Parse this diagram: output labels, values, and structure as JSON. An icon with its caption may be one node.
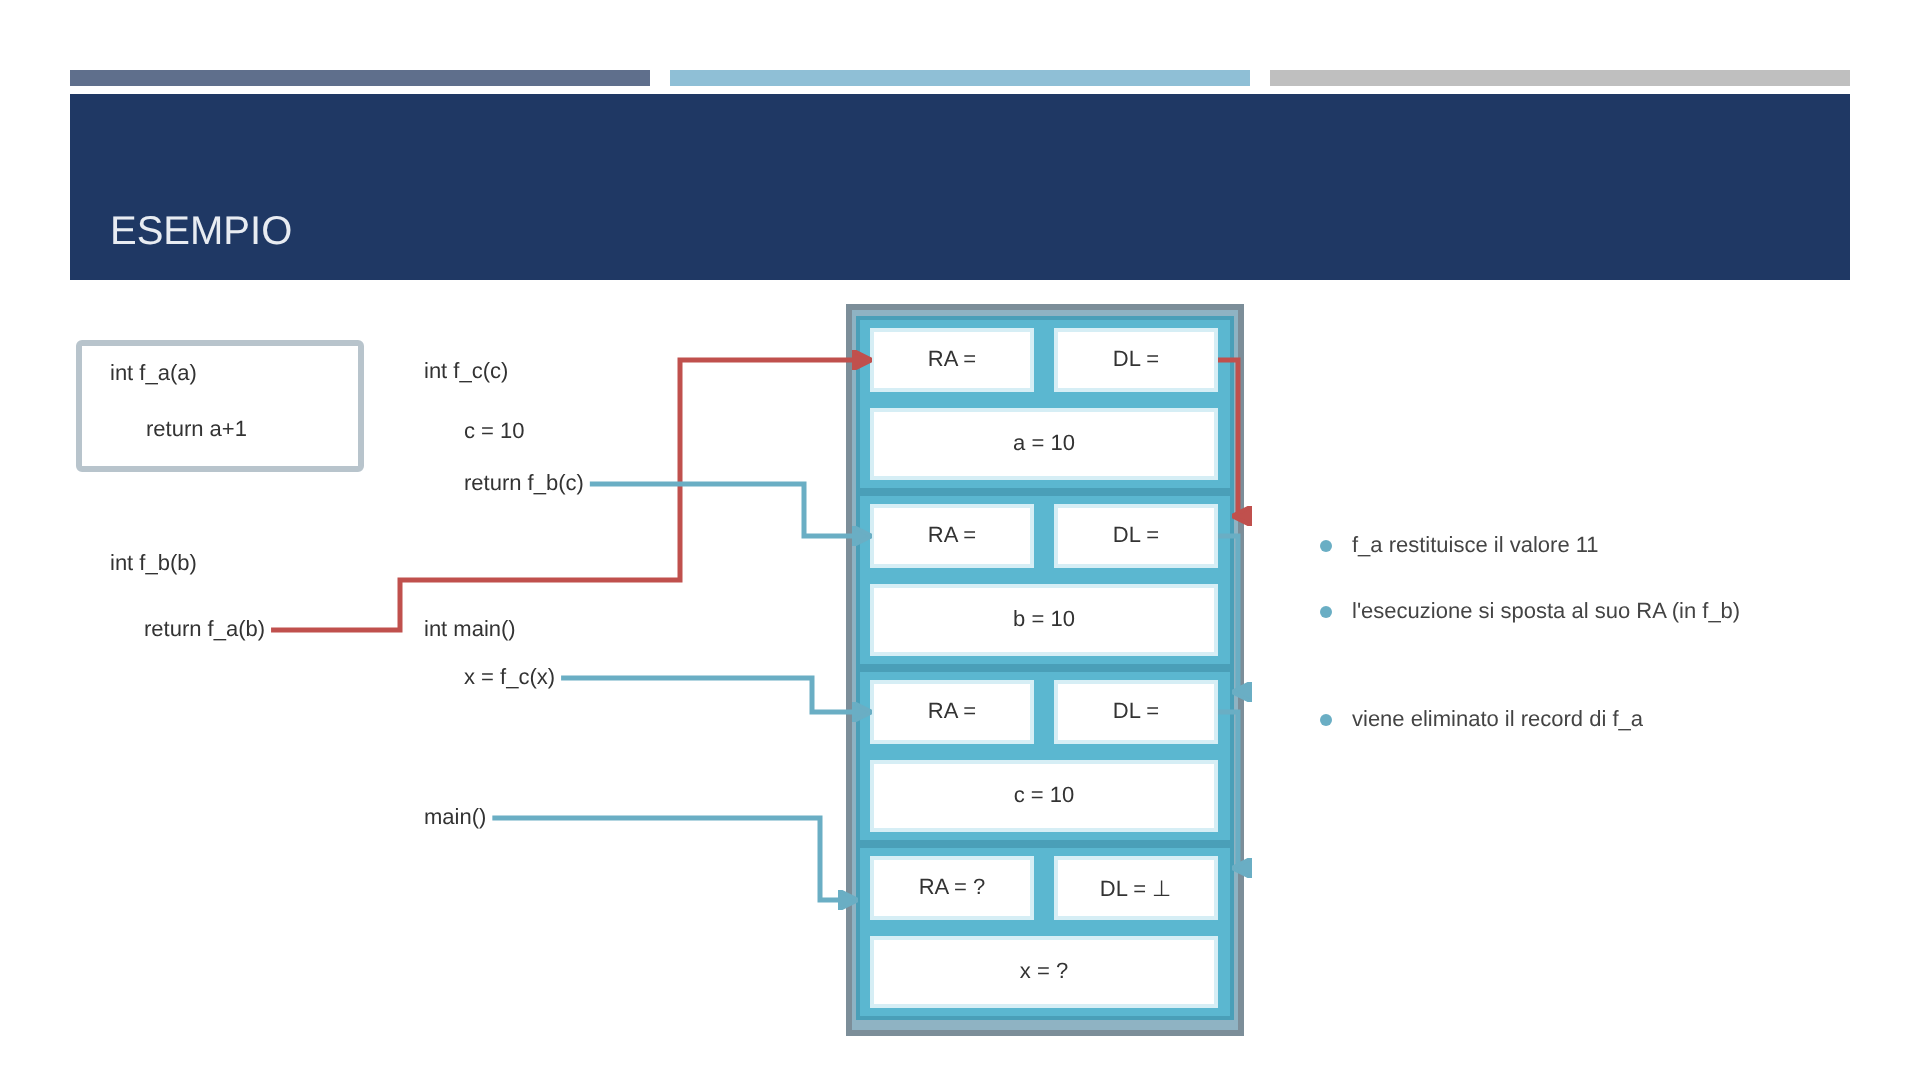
{
  "diagram": {
    "title": "ESEMPIO",
    "nodes": [
      {
        "text": [
          "int f_a(a)",
          "return a+1"
        ]
      },
      {
        "text": [
          "return f_b(c)"
        ]
      },
      {
        "text": [
          "return f_a(b)"
        ]
      },
      {
        "text": [
          "x = f_c(x)"
        ]
      },
      {
        "text": [
          "main()"
        ]
      },
      {
        "text": [],
        "shape": "box"
      },
      {
        "text": [],
        "shape": "box",
        "in": 5
      },
      {
        "text": [
          "RA ="
        ],
        "in": 6
      },
      {
        "text": [
          "DL ="
        ],
        "in": 6
      },
      {
        "text": [
          "a = 10"
        ],
        "in": 6
      },
      {
        "text": [],
        "shape": "box",
        "in": 5
      },
      {
        "text": [
          "RA ="
        ],
        "in": 10
      },
      {
        "text": [
          "DL ="
        ],
        "in": 10
      },
      {
        "text": [
          "b = 10"
        ],
        "in": 10
      },
      {
        "text": [],
        "shape": "box",
        "in": 5
      },
      {
        "text": [
          "RA ="
        ],
        "in": 14
      },
      {
        "text": [
          "DL ="
        ],
        "in": 14
      },
      {
        "text": [
          "c = 10"
        ],
        "in": 14
      },
      {
        "text": [],
        "shape": "box",
        "in": 5
      },
      {
        "text": [
          "RA = ?"
        ],
        "in": 18
      },
      {
        "text": [
          "DL = ⊥"
        ],
        "in": 18
      },
      {
        "text": [
          "x = ?"
        ],
        "in": 18
      }
    ],
    "edges": [
      {
        "from": 2,
        "to": 7,
        "arrow": "to",
        "color": "#c0504d"
      },
      {
        "from": 1,
        "to": 11,
        "arrow": "to"
      },
      {
        "from": 3,
        "to": 15,
        "arrow": "to"
      },
      {
        "from": 4,
        "to": 18,
        "arrow": "to"
      },
      {
        "from": 8,
        "to": 10,
        "arrow": "to",
        "color": "#c0504d"
      },
      {
        "from": 12,
        "to": 14,
        "arrow": "to"
      },
      {
        "from": 16,
        "to": 18,
        "arrow": "to"
      }
    ],
    "labels": [
      "int f_c(c)",
      "c = 10",
      "int f_b(b)",
      "int main()",
      "f_a restituisce il valore 11",
      "l'esecuzione si sposta al suo RA (in f_b)",
      "viene eliminato il record di f_a"
    ]
  }
}
